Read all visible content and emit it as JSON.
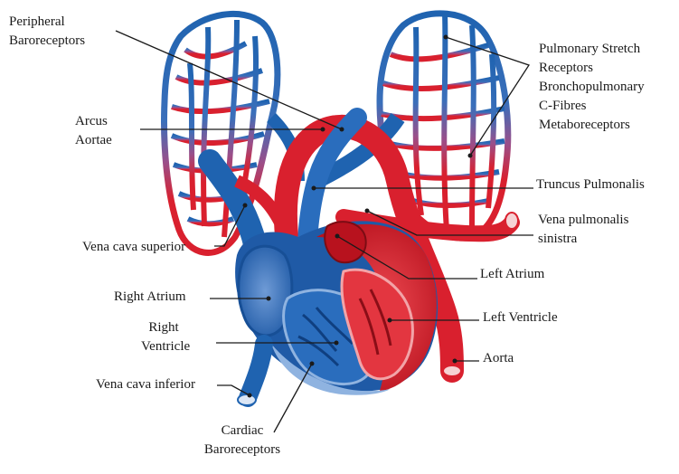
{
  "labels": {
    "peripheral": [
      "Peripheral",
      "Baroreceptors"
    ],
    "arcus": [
      "Arcus",
      "Aortae"
    ],
    "vena_cava_superior": "Vena cava superior",
    "right_atrium": "Right Atrium",
    "right_ventricle": [
      "Right",
      "Ventricle"
    ],
    "vena_cava_inferior": "Vena cava inferior",
    "cardiac": [
      "Cardiac",
      "Baroreceptors"
    ],
    "pulmonary": [
      "Pulmonary Stretch",
      "Receptors",
      "Bronchopulmonary",
      "C-Fibres",
      "Metaboreceptors"
    ],
    "truncus": "Truncus Pulmonalis",
    "vena_pulmonalis": [
      "Vena pulmonalis",
      "sinistra"
    ],
    "left_atrium": "Left Atrium",
    "left_ventricle": "Left Ventricle",
    "aorta": "Aorta"
  },
  "colors": {
    "venous": "#1f63b0",
    "venous_light": "#5f8fcc",
    "arterial": "#d9202e",
    "arterial_dark": "#a8141f",
    "leader": "#1a1a1a"
  }
}
